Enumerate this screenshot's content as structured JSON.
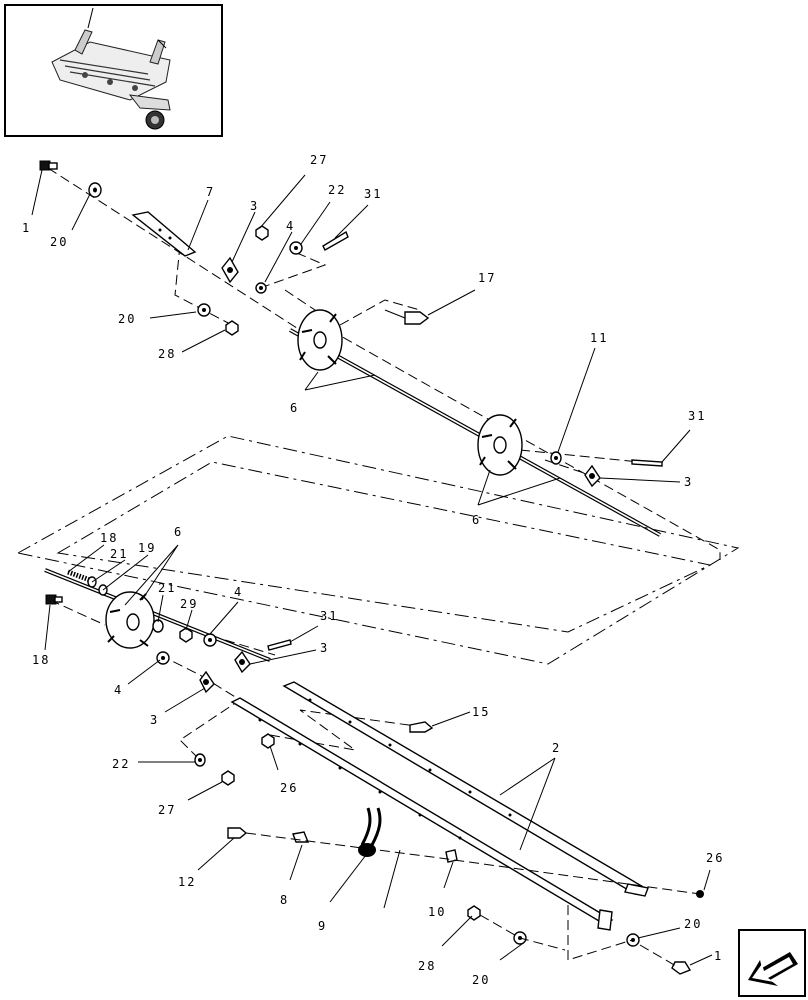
{
  "callouts": [
    {
      "id": "c1a",
      "text": "1"
    },
    {
      "id": "c20a",
      "text": "20"
    },
    {
      "id": "c7",
      "text": "7"
    },
    {
      "id": "c3a",
      "text": "3"
    },
    {
      "id": "c27a",
      "text": "27"
    },
    {
      "id": "c4a",
      "text": "4"
    },
    {
      "id": "c22a",
      "text": "22"
    },
    {
      "id": "c31a",
      "text": "31"
    },
    {
      "id": "c17",
      "text": "17"
    },
    {
      "id": "c20b",
      "text": "20"
    },
    {
      "id": "c28a",
      "text": "28"
    },
    {
      "id": "c6a",
      "text": "6"
    },
    {
      "id": "c11",
      "text": "11"
    },
    {
      "id": "c31b",
      "text": "31"
    },
    {
      "id": "c3b",
      "text": "3"
    },
    {
      "id": "c6b",
      "text": "6"
    },
    {
      "id": "c18a",
      "text": "18"
    },
    {
      "id": "c21a",
      "text": "21"
    },
    {
      "id": "c19",
      "text": "19"
    },
    {
      "id": "c6c",
      "text": "6"
    },
    {
      "id": "c21b",
      "text": "21"
    },
    {
      "id": "c29",
      "text": "29"
    },
    {
      "id": "c4b",
      "text": "4"
    },
    {
      "id": "c31c",
      "text": "31"
    },
    {
      "id": "c3c",
      "text": "3"
    },
    {
      "id": "c18b",
      "text": "18"
    },
    {
      "id": "c4c",
      "text": "4"
    },
    {
      "id": "c3d",
      "text": "3"
    },
    {
      "id": "c15",
      "text": "15"
    },
    {
      "id": "c2",
      "text": "2"
    },
    {
      "id": "c22b",
      "text": "22"
    },
    {
      "id": "c26a",
      "text": "26"
    },
    {
      "id": "c27b",
      "text": "27"
    },
    {
      "id": "c12",
      "text": "12"
    },
    {
      "id": "c8",
      "text": "8"
    },
    {
      "id": "c9",
      "text": "9"
    },
    {
      "id": "c10",
      "text": "10"
    },
    {
      "id": "c26b",
      "text": "26"
    },
    {
      "id": "c20c",
      "text": "20"
    },
    {
      "id": "c28b",
      "text": "28"
    },
    {
      "id": "c20d",
      "text": "20"
    },
    {
      "id": "c1b",
      "text": "1"
    }
  ],
  "inset": {
    "icon": "baler-machine-thumbnail"
  },
  "nav": {
    "icon": "previous-page-arrow-icon"
  }
}
